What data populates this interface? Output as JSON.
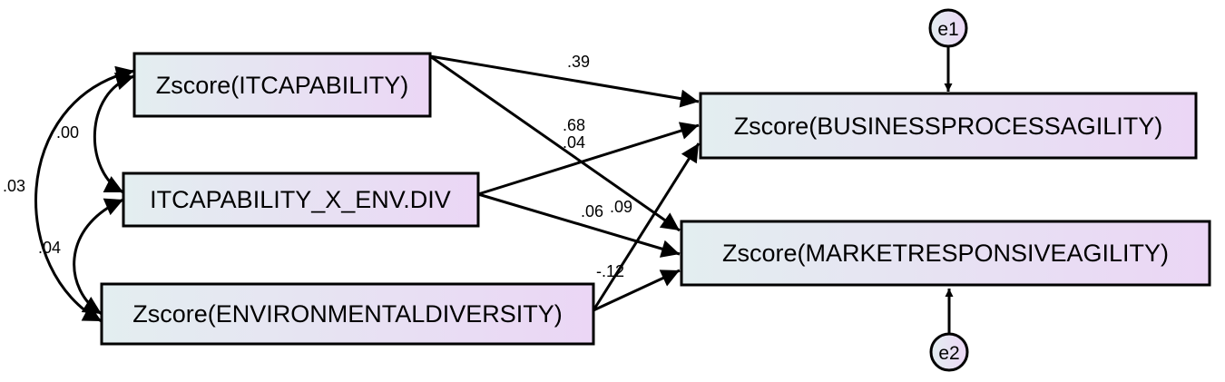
{
  "diagram": {
    "observed": {
      "itcap": "Zscore(ITCAPABILITY)",
      "inter": "ITCAPABILITY_X_ENV.DIV",
      "envdiv": "Zscore(ENVIRONMENTALDIVERSITY)",
      "bpa": "Zscore(BUSINESSPROCESSAGILITY)",
      "mra": "Zscore(MARKETRESPONSIVEAGILITY)"
    },
    "errors": {
      "e1": "e1",
      "e2": "e2"
    },
    "coefficients": {
      "itcap_bpa": ".39",
      "itcap_mra": ".68",
      "inter_bpa": ".04",
      "inter_mra": ".06",
      "envdiv_bpa": ".09",
      "envdiv_mra": "-.12",
      "cov_itcap_inter": ".00",
      "cov_itcap_envdiv": ".03",
      "cov_inter_envdiv": ".04"
    },
    "colors": {
      "box_gradient_start": "#e3eef0",
      "box_gradient_end": "#ebd6f5",
      "stroke": "#000000"
    }
  }
}
